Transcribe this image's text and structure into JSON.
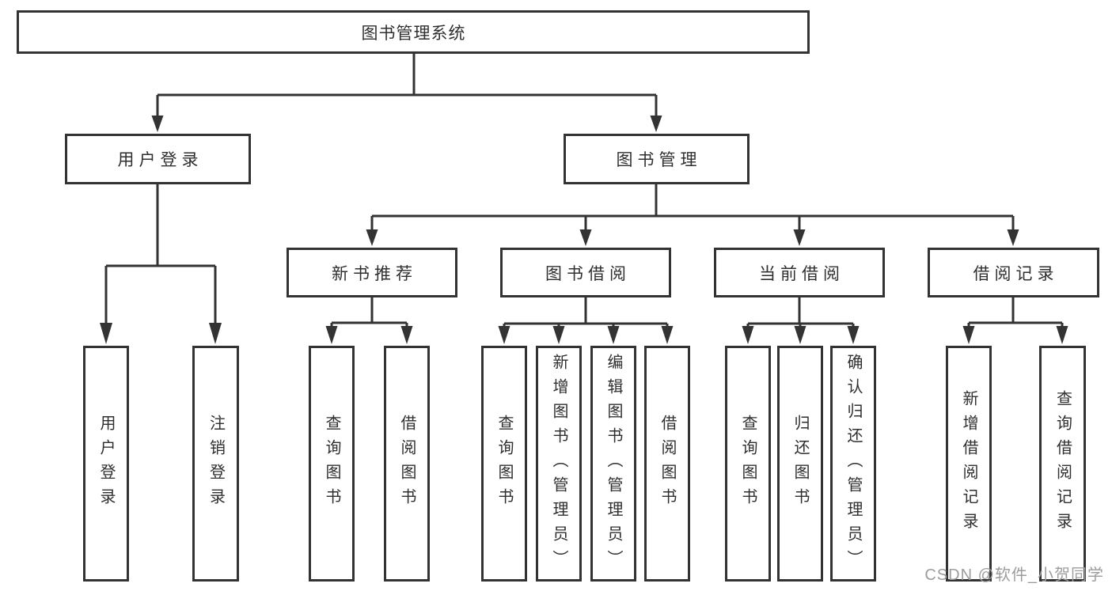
{
  "diagram": {
    "root": {
      "label": "图书管理系统"
    },
    "level2": [
      {
        "id": "user-login",
        "label": "用户登录"
      },
      {
        "id": "book-management",
        "label": "图书管理"
      }
    ],
    "level3": [
      {
        "id": "new-book-recommend",
        "label": "新书推荐"
      },
      {
        "id": "book-borrow",
        "label": "图书借阅"
      },
      {
        "id": "current-borrow",
        "label": "当前借阅"
      },
      {
        "id": "borrow-records",
        "label": "借阅记录"
      }
    ],
    "leaves": {
      "user_login": [
        {
          "label": "用户登录"
        },
        {
          "label": "注销登录"
        }
      ],
      "new_book": [
        {
          "label": "查询图书"
        },
        {
          "label": "借阅图书"
        }
      ],
      "book_borrow": [
        {
          "label": "查询图书"
        },
        {
          "label": "新增图书（管理员）"
        },
        {
          "label": "编辑图书（管理员）"
        },
        {
          "label": "借阅图书"
        }
      ],
      "current_borrow": [
        {
          "label": "查询图书"
        },
        {
          "label": "归还图书"
        },
        {
          "label": "确认归还（管理员）"
        }
      ],
      "borrow_records": [
        {
          "label": "新增借阅记录"
        },
        {
          "label": "查询借阅记录"
        }
      ]
    }
  },
  "watermark": {
    "text": "CSDN @软件_小贺同学"
  },
  "colors": {
    "line": "#333333",
    "box_border": "#333333",
    "text": "#2f2f2f",
    "watermark": "#9c9c9c",
    "background": "#ffffff"
  }
}
